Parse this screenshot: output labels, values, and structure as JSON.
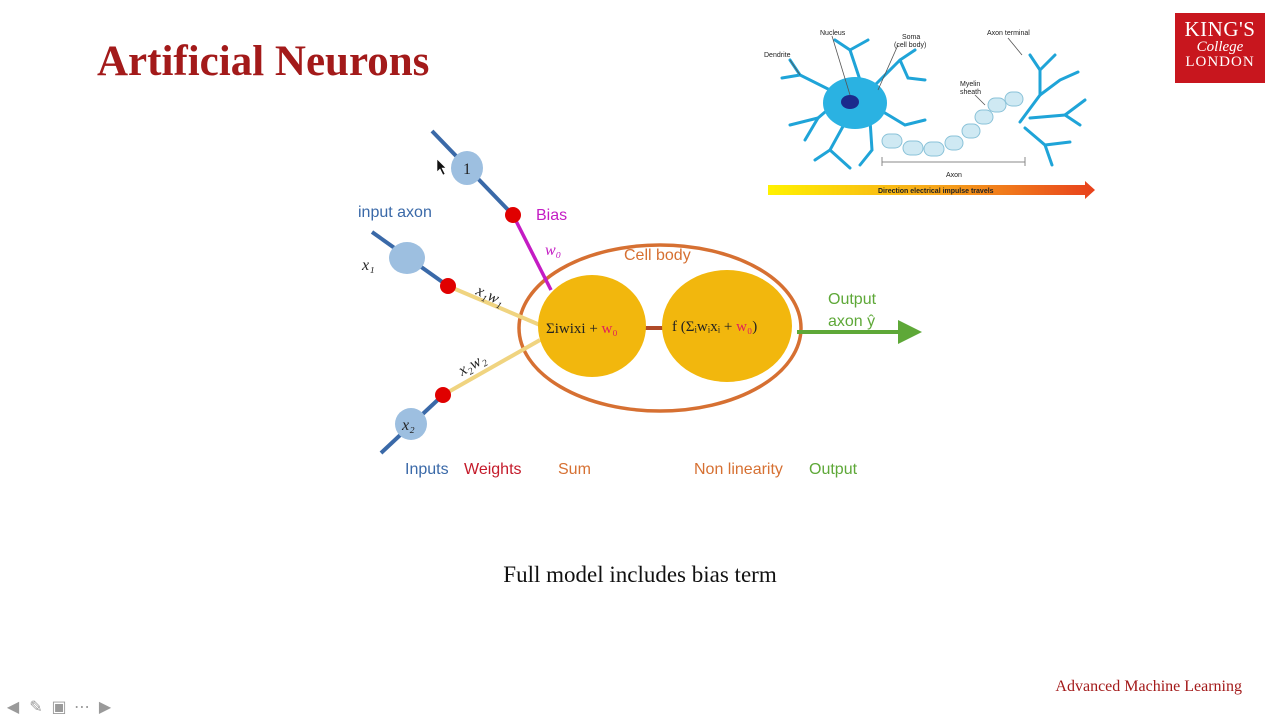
{
  "slide": {
    "title": "Artificial Neurons",
    "caption": "Full model includes bias term",
    "footer": "Advanced Machine Learning"
  },
  "logo": {
    "line1": "KING'S",
    "line2": "College",
    "line3": "LONDON"
  },
  "diagram": {
    "bias_input": "1",
    "input_axon_label": "input axon",
    "bias_label": "Bias",
    "w0_label": "w₀",
    "cell_body_label": "Cell body",
    "x1_label": "x₁",
    "x2_label": "x₂",
    "x1w1_label": "x₁w₁",
    "x2w2_label": "x₂w₂",
    "sum_expr": "Σiwixi + ",
    "sum_w0": "w₀",
    "nonlin_expr": "f (Σᵢwᵢxᵢ + ",
    "nonlin_w0": "w₀",
    "nonlin_close": ")",
    "output_line1": "Output",
    "output_line2": "axon ŷ",
    "legend": {
      "inputs": "Inputs",
      "weights": "Weights",
      "sum": "Sum",
      "nonlinearity": "Non linearity",
      "output": "Output"
    },
    "colors": {
      "axon": "#3a69a8",
      "input_node": "#9dbfe0",
      "weight_dot": "#e00000",
      "bias_line": "#c41cc4",
      "cell_body": "#d67032",
      "soma": "#f2b70d",
      "output": "#5ea838",
      "weights_text": "#c41a2a",
      "title": "#a31a1a"
    }
  },
  "neuron_image": {
    "dendrite": "Dendrite",
    "nucleus": "Nucleus",
    "soma": "Soma",
    "soma_sub": "(cell body)",
    "axon_terminal": "Axon terminal",
    "myelin": "Myelin",
    "myelin_sub": "sheath",
    "axon": "Axon",
    "direction": "Direction electrical impulse travels"
  },
  "nav": {
    "prev": "prev-icon",
    "pen": "pen-icon",
    "slides": "slides-icon",
    "more": "more-icon",
    "next": "next-icon"
  }
}
